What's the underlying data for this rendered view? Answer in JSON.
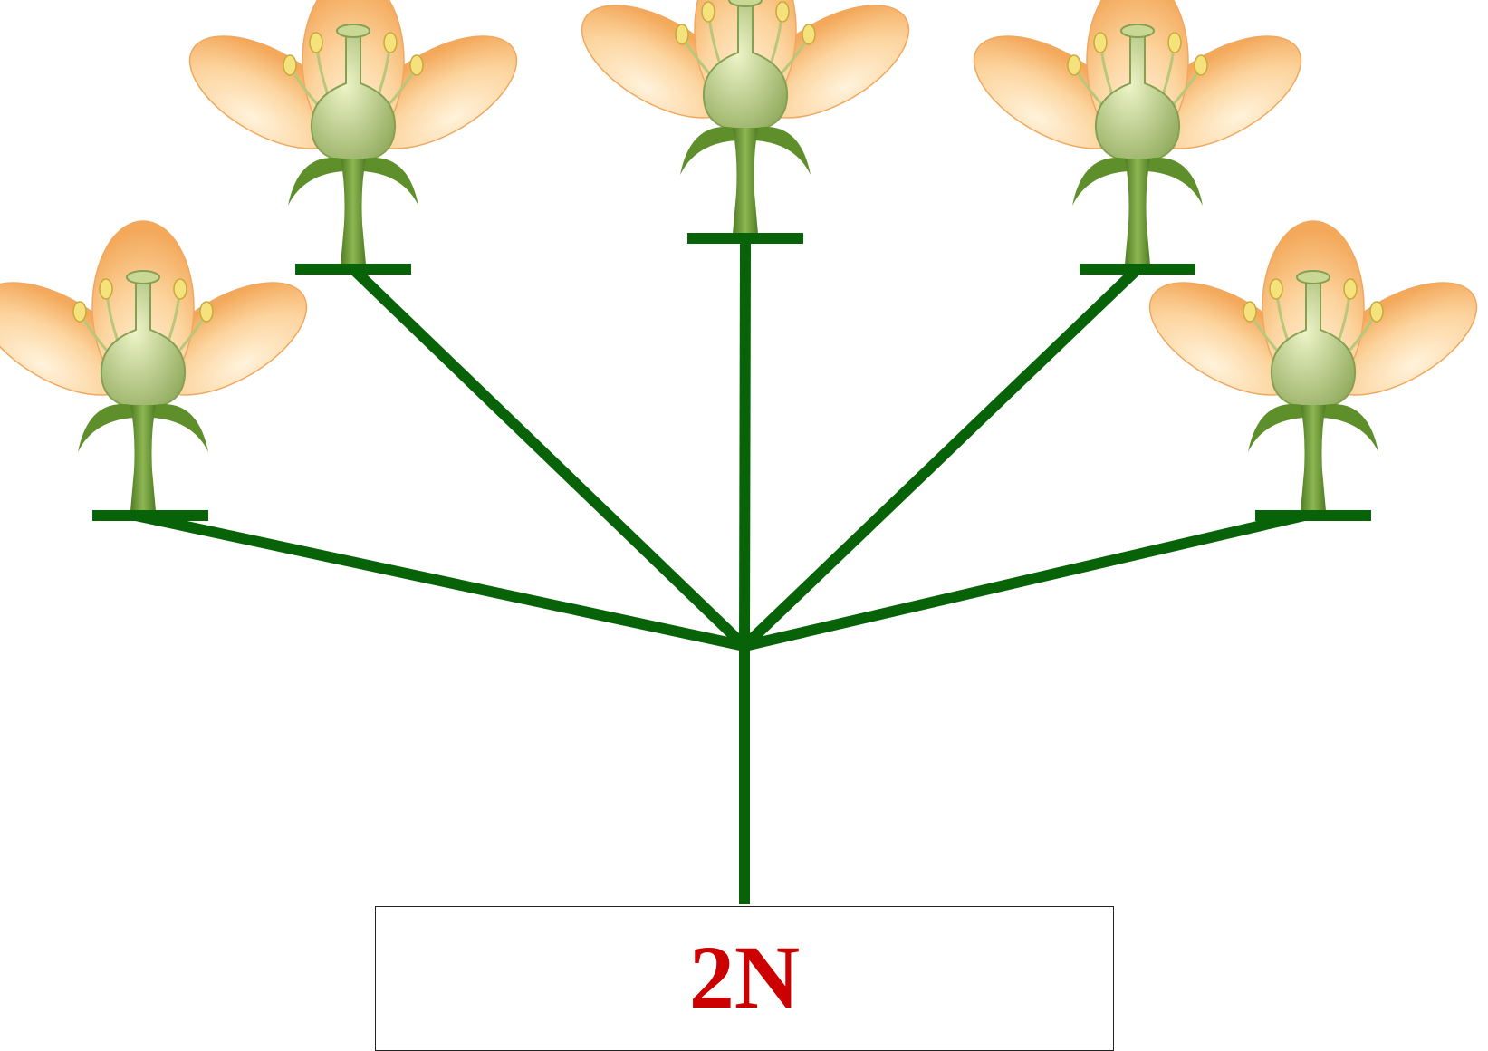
{
  "colors": {
    "stem": "#086308",
    "petal_light": "#fde2b8",
    "petal_dark": "#f6b46e",
    "pistil_light": "#dde8b0",
    "pistil_dark": "#9cb36a",
    "sepal": "#5b8a2c",
    "anther": "#f3e27a",
    "label_text": "#cc0000"
  },
  "flowers": [
    {
      "name": "flower-far-left"
    },
    {
      "name": "flower-left"
    },
    {
      "name": "flower-center"
    },
    {
      "name": "flower-right"
    },
    {
      "name": "flower-far-right"
    }
  ],
  "label": {
    "text": "2N"
  }
}
